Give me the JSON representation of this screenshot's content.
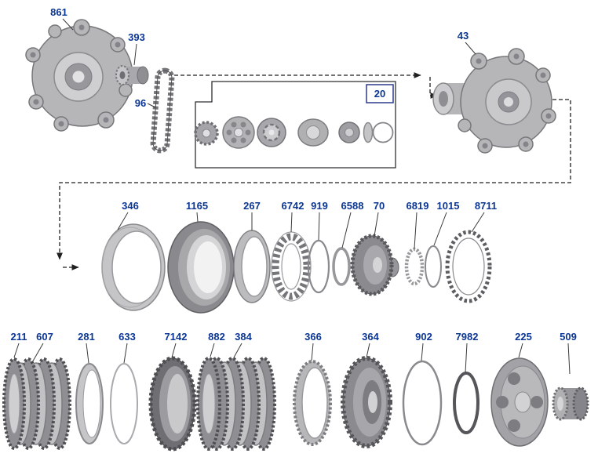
{
  "colors": {
    "label_text": "#0b3694",
    "leader_line": "#3a3a3a",
    "flow_line": "#1f1f1f",
    "badge_border": "#2b3a8c"
  },
  "top_section": {
    "labels": [
      {
        "part_number": "861"
      },
      {
        "part_number": "393"
      },
      {
        "part_number": "96"
      },
      {
        "part_number": "43"
      }
    ],
    "pump_assembly_badge": {
      "part_number": "20"
    }
  },
  "middle_row": {
    "labels": [
      {
        "part_number": "346"
      },
      {
        "part_number": "1165"
      },
      {
        "part_number": "267"
      },
      {
        "part_number": "6742"
      },
      {
        "part_number": "919"
      },
      {
        "part_number": "6588"
      },
      {
        "part_number": "70"
      },
      {
        "part_number": "6819"
      },
      {
        "part_number": "1015"
      },
      {
        "part_number": "8711"
      }
    ]
  },
  "bottom_row": {
    "labels": [
      {
        "part_number": "211"
      },
      {
        "part_number": "607"
      },
      {
        "part_number": "281"
      },
      {
        "part_number": "633"
      },
      {
        "part_number": "7142"
      },
      {
        "part_number": "882"
      },
      {
        "part_number": "384"
      },
      {
        "part_number": "366"
      },
      {
        "part_number": "364"
      },
      {
        "part_number": "902"
      },
      {
        "part_number": "7982"
      },
      {
        "part_number": "225"
      },
      {
        "part_number": "509"
      }
    ]
  }
}
